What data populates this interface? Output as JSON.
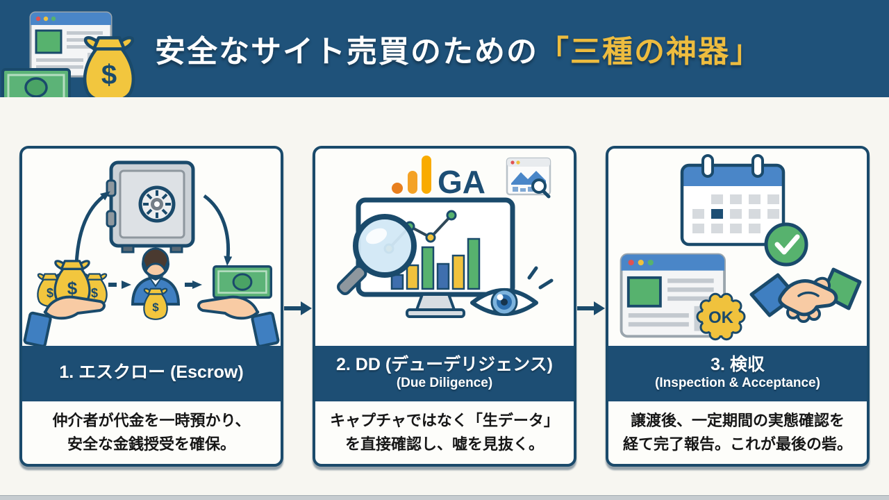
{
  "header": {
    "title_main": "安全なサイト売買のための",
    "title_accent": "「三種の神器」"
  },
  "cards": [
    {
      "label": "1. エスクロー (Escrow)",
      "sublabel": "",
      "desc_line1": "仲介者が代金を一時預かり、",
      "desc_line2": "安全な金銭授受を確保。"
    },
    {
      "label": "2. DD (デューデリジェンス)",
      "sublabel": "(Due Diligence)",
      "desc_line1": "キャプチャではなく「生データ」",
      "desc_line2": "を直接確認し、嘘を見抜く。",
      "ga_label": "GA"
    },
    {
      "label": "3. 検収",
      "sublabel": "(Inspection & Acceptance)",
      "desc_line1": "譲渡後、一定期間の実態確認を",
      "desc_line2": "経て完了報告。これが最後の砦。",
      "ok_label": "OK"
    }
  ],
  "glyphs": {
    "dollar": "$"
  },
  "colors": {
    "header_bg": "#1f527a",
    "band_bg": "#1d4e74",
    "outline_navy": "#1a4a6b",
    "accent_gold": "#edbc3f",
    "money_yellow": "#f2c63e",
    "green": "#57b26e",
    "blue": "#3f7fc1",
    "background": "#f7f6f1"
  }
}
